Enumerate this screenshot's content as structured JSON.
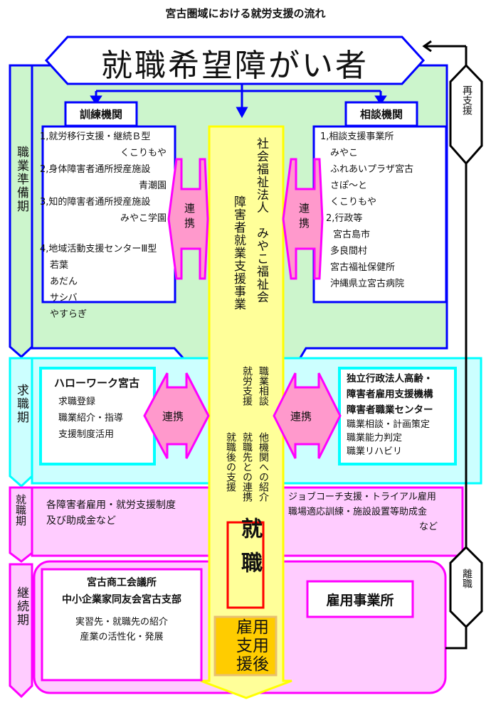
{
  "title": "宮古圏域における就労支援の流れ",
  "top_node": "就職希望障がい者",
  "phases": {
    "prep": "職業準備期",
    "jobseek": "求職期",
    "employment": "就職期",
    "continuation": "継続期"
  },
  "return_path": {
    "resupport": "再支援",
    "leave": "離職"
  },
  "training": {
    "header": "訓練機関",
    "items": [
      "1,就労移行支援・継続Ｂ型",
      "くこりもや",
      "2,身体障害者通所授産施設",
      "青潮園",
      "3,知的障害者通所授産施設",
      "みやこ学園",
      "4,地域活動支援センターⅢ型",
      "若葉",
      "あだん",
      "サシバ",
      "やすらぎ"
    ]
  },
  "consultation": {
    "header": "相談機関",
    "items": [
      "1,相談支援事業所",
      "みやこ",
      "ふれあいプラザ宮古",
      "さぽ～と",
      "くこりもや",
      "2,行政等",
      "宮古島市",
      "多良間村",
      "宮古福祉保健所",
      "沖縄県立宮古病院"
    ]
  },
  "center_column": {
    "org": "社会福祉法人　みやこ福祉会",
    "program": "障害者就業支援事業",
    "services": [
      "職業相談",
      "就労支援",
      "他機関への紹介",
      "就職先との連携",
      "就職後の支援"
    ],
    "employment": "就職",
    "post_support": [
      "雇用",
      "支用",
      "援後"
    ]
  },
  "link_label": "連携",
  "hellowork": {
    "title": "ハローワーク宮古",
    "items": [
      "求職登録",
      "職業紹介・指導",
      "支援制度活用"
    ]
  },
  "jeed": {
    "title": [
      "独立行政法人高齢・",
      "障害者雇用支援機構",
      "障害者職業センター"
    ],
    "items": [
      "職業相談・計画策定",
      "職業能力判定",
      "職業リハビリ"
    ]
  },
  "employment_phase": {
    "left": [
      "各障害者雇用・就労支援制度",
      "及び助成金など"
    ],
    "right": [
      "ジョブコーチ支援・トライアル雇用",
      "職場適応訓練・施設設置等助成金",
      "など"
    ]
  },
  "continuation_phase": {
    "org": [
      "宮古商工会議所",
      "中小企業家同友会宮古支部"
    ],
    "items": [
      "実習先・就職先の紹介",
      "産業の活性化・発展"
    ],
    "employer": "雇用事業所"
  },
  "colors": {
    "blue": "#0000ff",
    "green_fill": "#ccf5cc",
    "cyan": "#00ffff",
    "cyan_fill": "#ccffff",
    "magenta": "#ff00ff",
    "pink_fill": "#ffccff",
    "yellow": "#ffff00",
    "yellow_fill": "#ffff99",
    "link_fill": "#ff99cc",
    "red": "#ff0000",
    "orange": "#ffcc00"
  }
}
